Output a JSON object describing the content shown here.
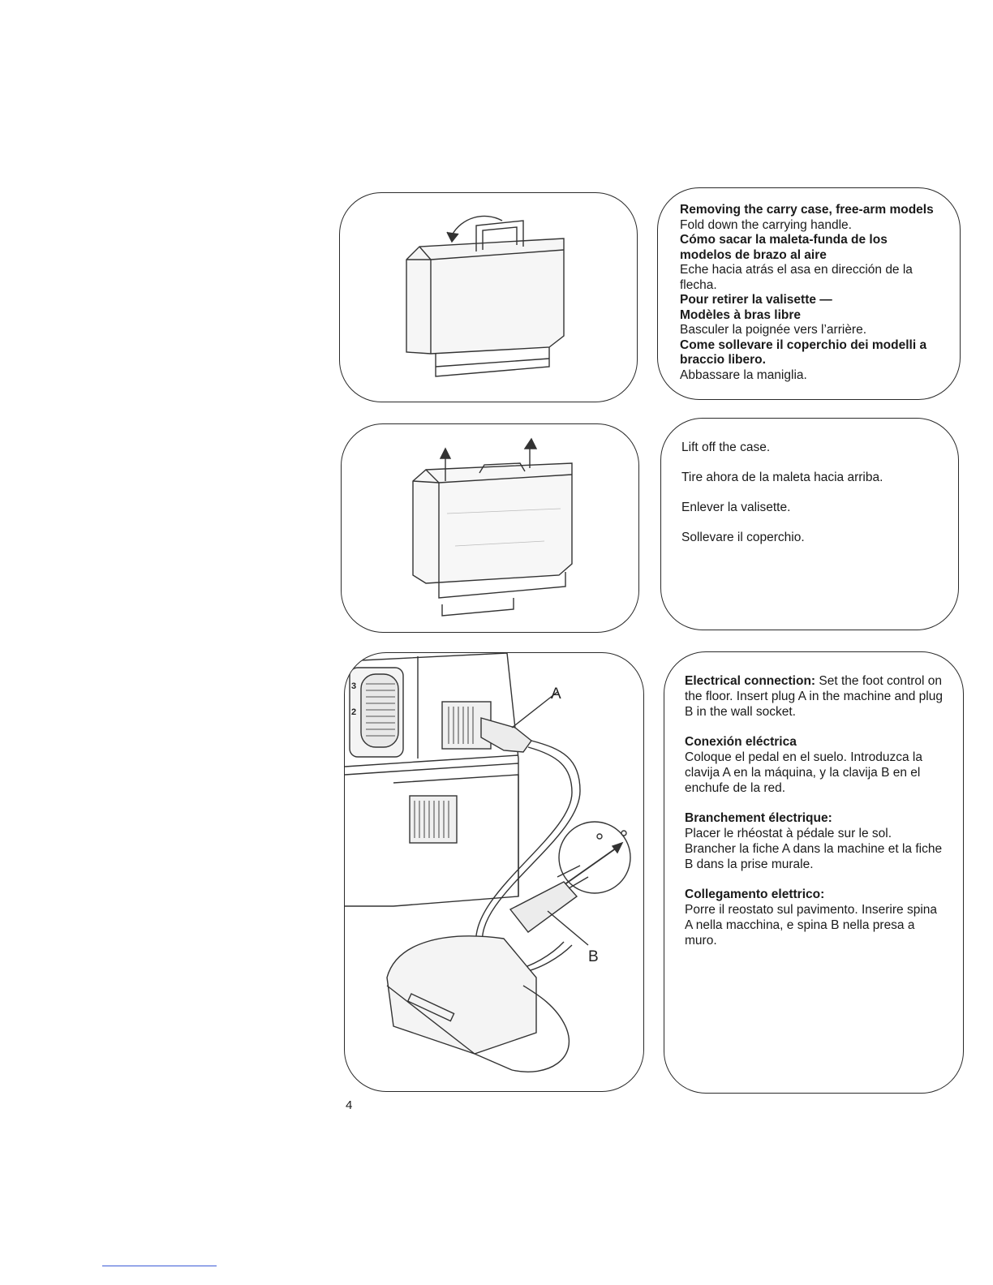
{
  "panel1": {
    "heading_en": "Removing the carry case, free-arm models",
    "text_en": "Fold down the carrying handle.",
    "heading_es": "Cómo sacar la maleta-funda de los modelos de brazo al aire",
    "text_es": "Eche hacia atrás el asa en dirección de la flecha.",
    "heading_fr_1": "Pour retirer la valisette —",
    "heading_fr_2": "Modèles à bras libre",
    "text_fr": "Basculer la poignée vers l’arrière.",
    "heading_it": "Come sollevare il coperchio dei modelli a braccio libero.",
    "text_it": "Abbassare la maniglia."
  },
  "panel2": {
    "text_en": "Lift off the case.",
    "text_es": "Tire ahora de la maleta hacia arriba.",
    "text_fr": "Enlever la valisette.",
    "text_it": "Sollevare il coperchio."
  },
  "panel3": {
    "heading_en": "Electrical connection:",
    "text_en": "Set the foot control on the floor. Insert plug A in the machine and plug B in the wall socket.",
    "heading_es": "Conexión eléctrica",
    "text_es": "Coloque el pedal en el suelo. Introduzca la clavija A en la máquina, y la clavija B en el enchufe de la red.",
    "heading_fr": "Branchement électrique:",
    "text_fr": "Placer le rhéostat à pédale sur le sol. Brancher la fiche A dans la machine et la fiche B dans la prise murale.",
    "heading_it": "Collegamento elettrico:",
    "text_it": "Porre il reostato sul pavimento. Inserire spina A nella macchina, e spina B nella presa a muro."
  },
  "figure": {
    "label_a": "A",
    "label_b": "B",
    "dial_3": "3",
    "dial_2": "2"
  },
  "page_number": "4"
}
